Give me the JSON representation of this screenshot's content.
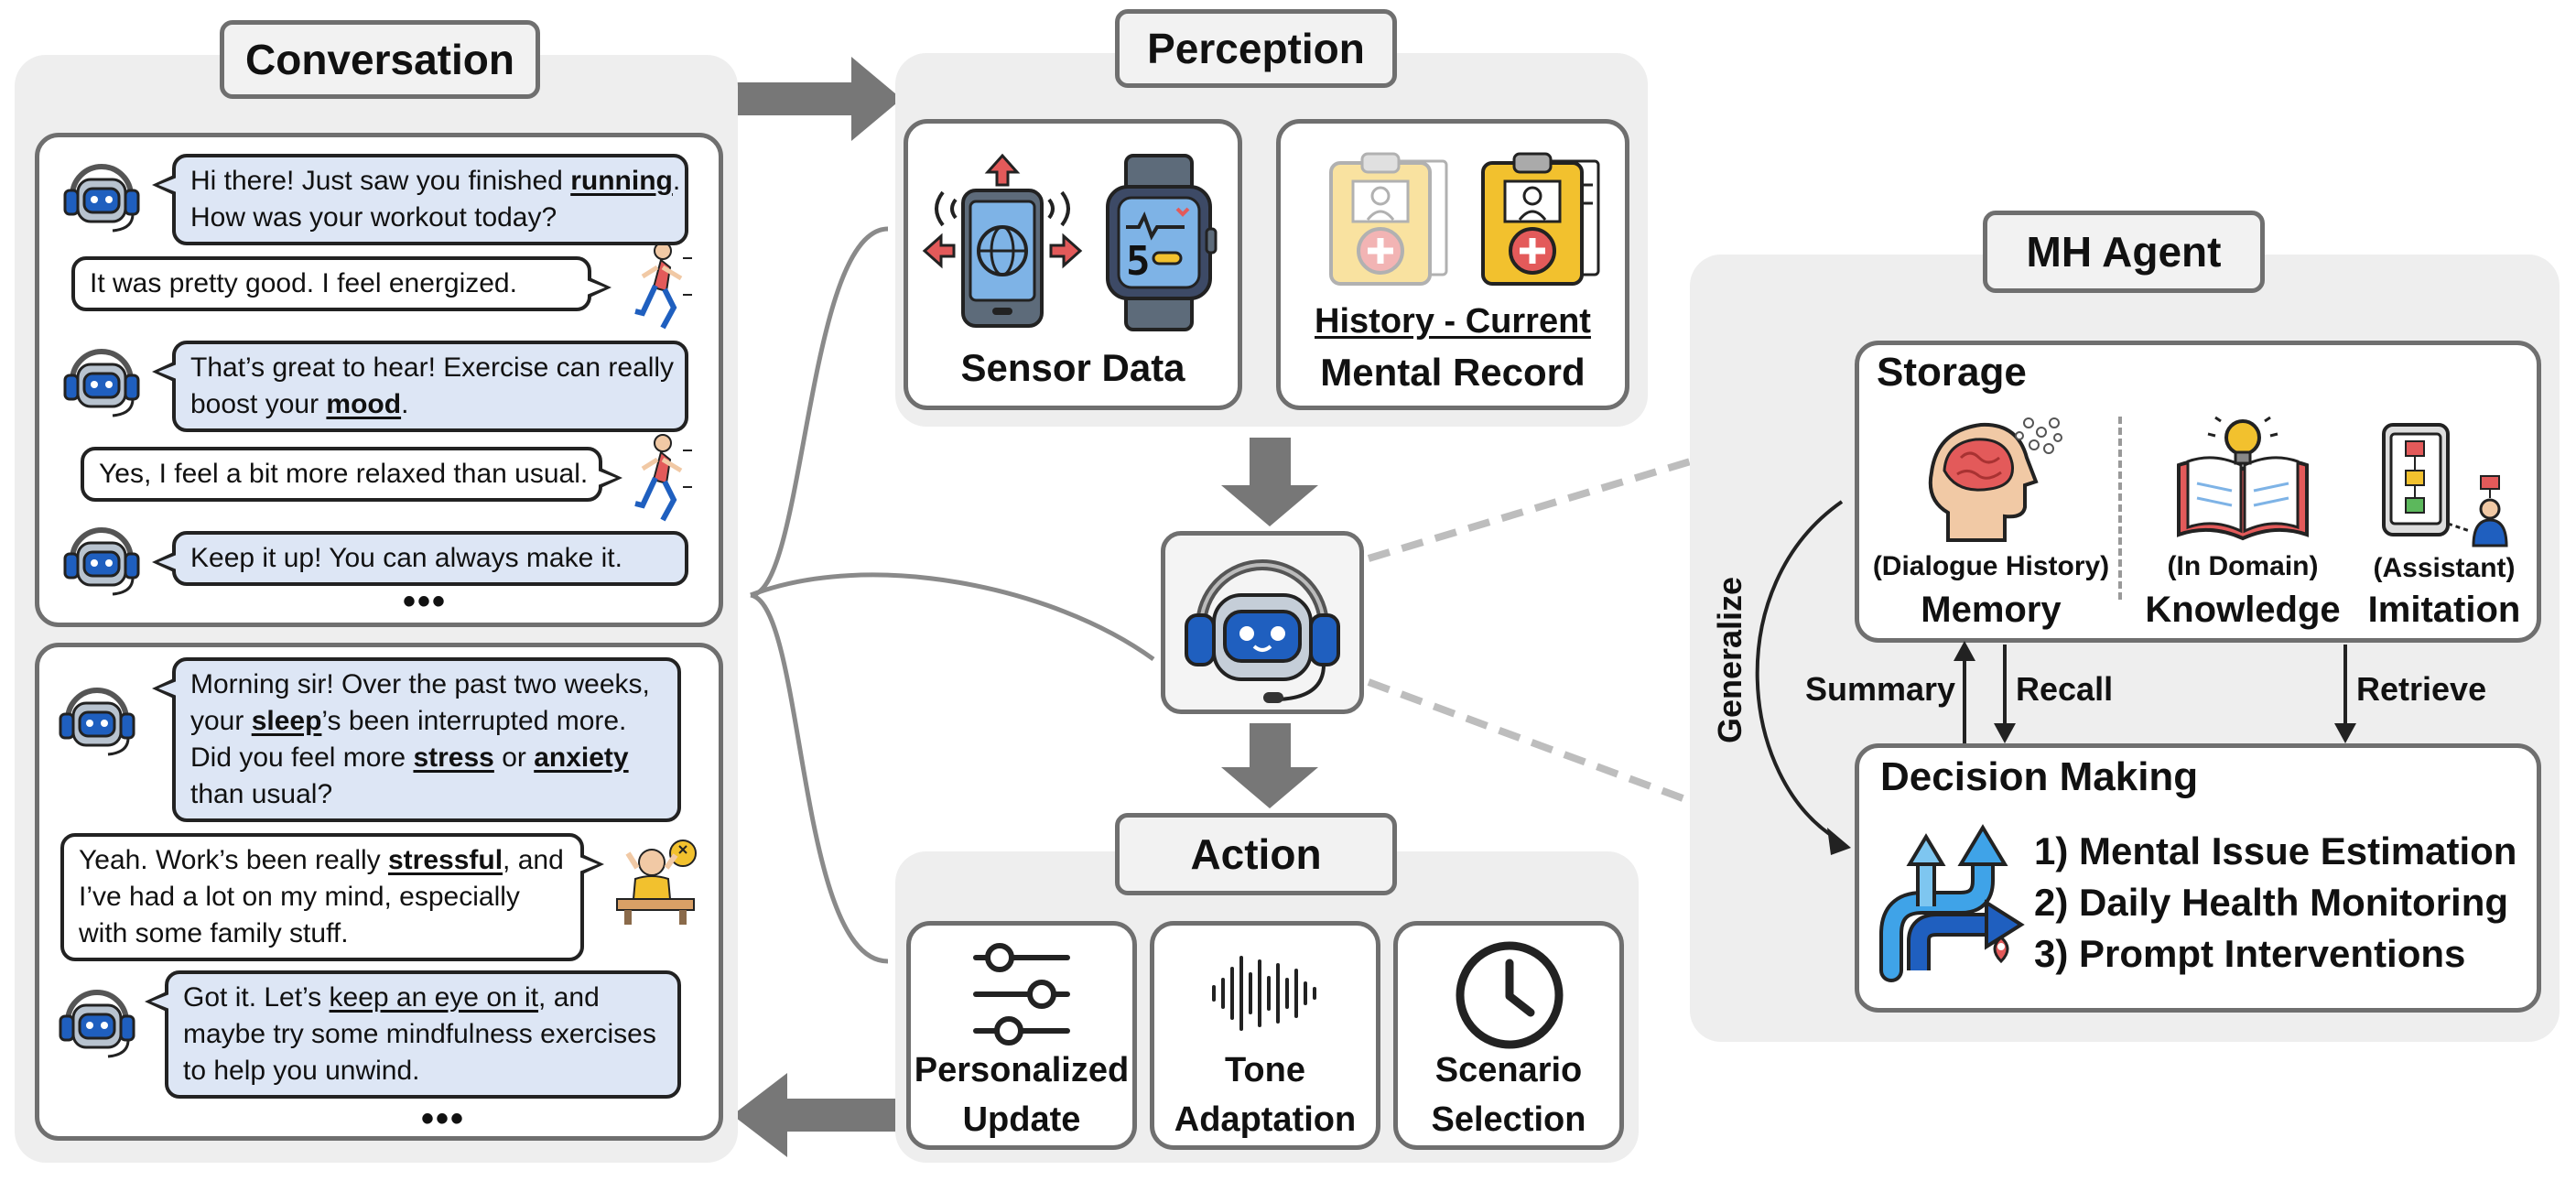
{
  "conversation": {
    "title": "Conversation",
    "ellipsis": "•••",
    "session1": [
      {
        "speaker": "robot",
        "parts": [
          {
            "t": "Hi there! Just saw you finished "
          },
          {
            "t": "running",
            "s": "kw"
          },
          {
            "t": "."
          },
          {
            "br": true
          },
          {
            "t": "How was your workout today?"
          }
        ]
      },
      {
        "speaker": "user",
        "parts": [
          {
            "t": "It was pretty good. I feel energized."
          }
        ]
      },
      {
        "speaker": "robot",
        "parts": [
          {
            "t": "That’s great to hear! Exercise can really"
          },
          {
            "br": true
          },
          {
            "t": "boost your "
          },
          {
            "t": "mood",
            "s": "kw"
          },
          {
            "t": "."
          }
        ]
      },
      {
        "speaker": "user",
        "parts": [
          {
            "t": "Yes, I feel a bit more relaxed than usual."
          }
        ]
      },
      {
        "speaker": "robot",
        "parts": [
          {
            "t": "Keep it up! You can always make it."
          }
        ]
      }
    ],
    "session2": [
      {
        "speaker": "robot",
        "parts": [
          {
            "t": "Morning sir! Over the past two weeks,"
          },
          {
            "br": true
          },
          {
            "t": "your "
          },
          {
            "t": "sleep",
            "s": "kw"
          },
          {
            "t": "’s been interrupted more."
          },
          {
            "br": true
          },
          {
            "t": "Did you feel more "
          },
          {
            "t": "stress",
            "s": "kw"
          },
          {
            "t": " or "
          },
          {
            "t": "anxiety",
            "s": "kw"
          },
          {
            "br": true
          },
          {
            "t": "than usual?"
          }
        ]
      },
      {
        "speaker": "user",
        "parts": [
          {
            "t": "Yeah. Work’s been really "
          },
          {
            "t": "stressful",
            "s": "kw"
          },
          {
            "t": ", and"
          },
          {
            "br": true
          },
          {
            "t": "I’ve had a lot on my mind, especially"
          },
          {
            "br": true
          },
          {
            "t": "with some family stuff."
          }
        ]
      },
      {
        "speaker": "robot",
        "parts": [
          {
            "t": "Got it. Let’s "
          },
          {
            "t": "keep an eye on it",
            "s": "ul"
          },
          {
            "t": ", and"
          },
          {
            "br": true
          },
          {
            "t": "maybe try some mindfulness exercises"
          },
          {
            "br": true
          },
          {
            "t": "to help you unwind."
          }
        ]
      }
    ]
  },
  "perception": {
    "title": "Perception",
    "sensor_label": "Sensor Data",
    "watch_digit": "5",
    "record_line1": "History - Current",
    "record_line2": "Mental Record"
  },
  "action": {
    "title": "Action",
    "items": [
      {
        "line1": "Personalized",
        "line2": "Update"
      },
      {
        "line1": "Tone",
        "line2": "Adaptation"
      },
      {
        "line1": "Scenario",
        "line2": "Selection"
      }
    ]
  },
  "agent": {
    "title": "MH Agent",
    "storage": {
      "title": "Storage",
      "memory": {
        "sub": "(Dialogue History)",
        "name": "Memory"
      },
      "knowledge": {
        "sub": "(In Domain)",
        "name": "Knowledge"
      },
      "imitation": {
        "sub": "(Assistant)",
        "name": "Imitation"
      }
    },
    "arrows": {
      "summary": "Summary",
      "recall": "Recall",
      "retrieve": "Retrieve",
      "generalize": "Generalize"
    },
    "decision": {
      "title": "Decision Making",
      "items": [
        "1) Mental Issue Estimation",
        "2) Daily Health Monitoring",
        "3) Prompt Interventions"
      ]
    }
  },
  "colors": {
    "bubble_fill": "#dde6f5",
    "panel": "#eeeeee",
    "border": "#6f6f6f",
    "robot_blue": "#1f5fbf",
    "accent_red": "#e35a5a",
    "accent_yellow": "#f2c12e"
  }
}
